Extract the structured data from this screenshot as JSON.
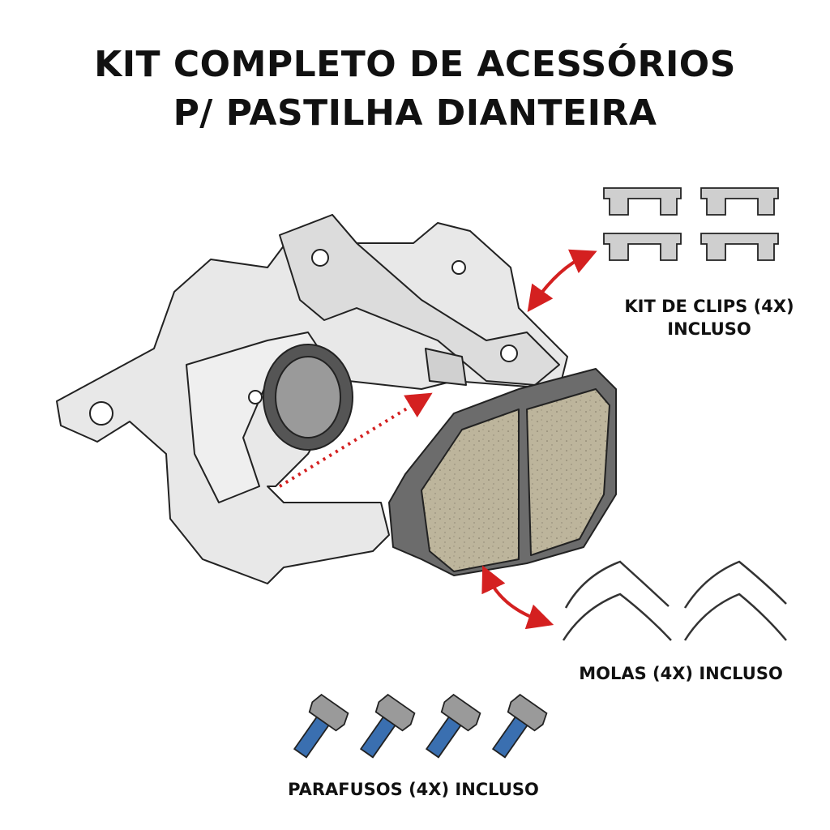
{
  "title": {
    "line1": "KIT COMPLETO DE ACESSÓRIOS",
    "line2": "P/ PASTILHA DIANTEIRA"
  },
  "labels": {
    "clips_line1": "KIT DE CLIPS (4X)",
    "clips_line2": "INCLUSO",
    "springs": "MOLAS (4X) INCLUSO",
    "bolts": "PARAFUSOS (4X) INCLUSO"
  },
  "colors": {
    "arrow": "#d42020",
    "pad_friction": "#b9b29a",
    "metal": "#e6e6e6",
    "bolt_thread": "#3a6fb0"
  }
}
